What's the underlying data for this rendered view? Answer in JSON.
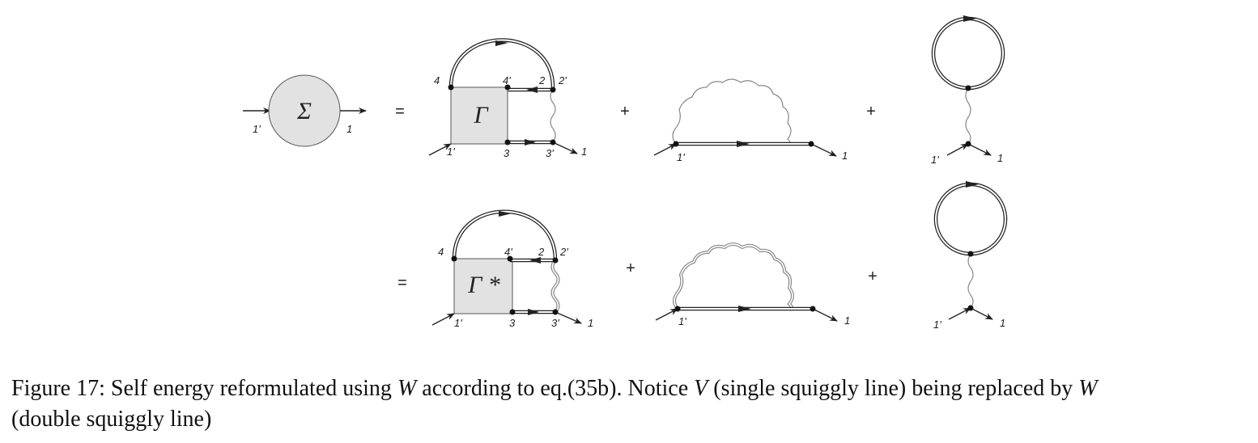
{
  "figure": {
    "sigma_symbol": "Σ",
    "gamma_symbol": "Γ",
    "gamma_star_symbol": "Γ *",
    "equals": "=",
    "plus": "+",
    "vertex_labels": {
      "one": "1",
      "one_prime": "1'",
      "two": "2",
      "two_prime": "2'",
      "three": "3",
      "three_prime": "3'",
      "four": "4",
      "four_prime": "4'"
    },
    "colors": {
      "vertex_fill": "#e2e2e2",
      "line": "#222222",
      "squiggle": "#888888"
    }
  },
  "caption": {
    "part1": "Figure 17: Self energy reformulated using ",
    "w1": "W",
    "part2": " according to eq.(35b). Notice ",
    "v": "V",
    "part3": " (single squiggly line) being replaced by ",
    "w2": "W",
    "part4": " (double squiggly line)"
  }
}
